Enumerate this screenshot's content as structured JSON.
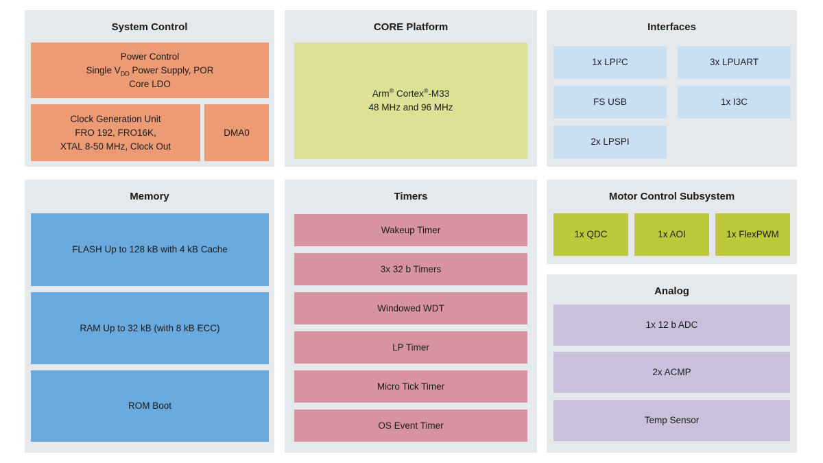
{
  "colors": {
    "page_bg": "#ffffff",
    "panel_bg": "#e5e9ec",
    "text": "#1a1a1a",
    "system_control_blocks": "#ec9b74",
    "core_platform_block": "#dce193",
    "interfaces_blocks": "#c9dff4",
    "memory_blocks": "#69a9dd",
    "timers_blocks": "#d7949f",
    "motor_blocks": "#bdc93b",
    "analog_blocks": "#c9c1db"
  },
  "diagram": {
    "system_control": {
      "title": "System Control",
      "power_control": {
        "line1": "Power Control",
        "line2_pre": "Single V",
        "line2_sub": "DD",
        "line2_post": " Power Supply, POR",
        "line3": "Core LDO"
      },
      "clock_generation": {
        "line1": "Clock Generation Unit",
        "line2": "FRO 192, FRO16K,",
        "line3": "XTAL 8-50 MHz, Clock Out"
      },
      "dma": "DMA0"
    },
    "core_platform": {
      "title": "CORE Platform",
      "cortex": {
        "brand": "Arm",
        "reg": "®",
        "family": " Cortex",
        "model": "-M33",
        "line2": "48 MHz and 96 MHz"
      }
    },
    "interfaces": {
      "title": "Interfaces",
      "blocks": [
        "1x LPI²C",
        "3x LPUART",
        "FS USB",
        "1x I3C",
        "2x LPSPI"
      ]
    },
    "memory": {
      "title": "Memory",
      "blocks": [
        "FLASH Up to 128 kB with 4 kB Cache",
        "RAM Up to 32 kB (with 8 kB ECC)",
        "ROM Boot"
      ]
    },
    "timers": {
      "title": "Timers",
      "blocks": [
        "Wakeup Timer",
        "3x 32 b Timers",
        "Windowed WDT",
        "LP Timer",
        "Micro Tick Timer",
        "OS Event Timer"
      ]
    },
    "motor_control": {
      "title": "Motor Control Subsystem",
      "blocks": [
        "1x QDC",
        "1x AOI",
        "1x FlexPWM"
      ]
    },
    "analog": {
      "title": "Analog",
      "blocks": [
        "1x 12 b ADC",
        "2x ACMP",
        "Temp Sensor"
      ]
    }
  }
}
